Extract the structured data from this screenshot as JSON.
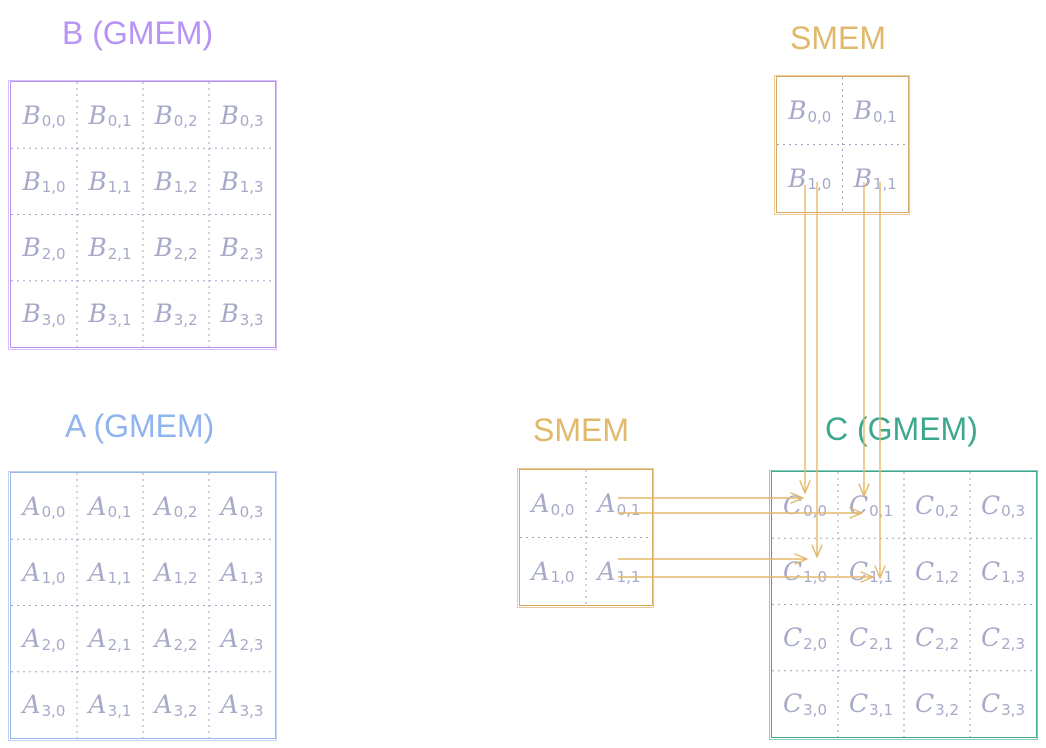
{
  "colors": {
    "b_title": "#b794f4",
    "a_title": "#90b4ee",
    "c_title": "#3ea88e",
    "smem": "#e2b86c",
    "cell_text": "#a6aac8",
    "divider": "#9fa3c4",
    "b_border": "#b794f4",
    "a_border": "#98b8e8",
    "c_border": "#3ea88e",
    "smem_border": "#d9aa60",
    "arrow": "#e5b86a"
  },
  "titles": {
    "b_gmem": "B (GMEM)",
    "a_gmem": "A (GMEM)",
    "c_gmem": "C (GMEM)",
    "smem_b": "SMEM",
    "smem_a": "SMEM"
  },
  "matrices": {
    "b_gmem": {
      "letter": "B",
      "rows": [
        [
          "0,0",
          "0,1",
          "0,2",
          "0,3"
        ],
        [
          "1,0",
          "1,1",
          "1,2",
          "1,3"
        ],
        [
          "2,0",
          "2,1",
          "2,2",
          "2,3"
        ],
        [
          "3,0",
          "3,1",
          "3,2",
          "3,3"
        ]
      ]
    },
    "a_gmem": {
      "letter": "A",
      "rows": [
        [
          "0,0",
          "0,1",
          "0,2",
          "0,3"
        ],
        [
          "1,0",
          "1,1",
          "1,2",
          "1,3"
        ],
        [
          "2,0",
          "2,1",
          "2,2",
          "2,3"
        ],
        [
          "3,0",
          "3,1",
          "3,2",
          "3,3"
        ]
      ]
    },
    "c_gmem": {
      "letter": "C",
      "rows": [
        [
          "0,0",
          "0,1",
          "0,2",
          "0,3"
        ],
        [
          "1,0",
          "1,1",
          "1,2",
          "1,3"
        ],
        [
          "2,0",
          "2,1",
          "2,2",
          "2,3"
        ],
        [
          "3,0",
          "3,1",
          "3,2",
          "3,3"
        ]
      ]
    },
    "b_smem": {
      "letter": "B",
      "rows": [
        [
          "0,0",
          "0,1"
        ],
        [
          "1,0",
          "1,1"
        ]
      ]
    },
    "a_smem": {
      "letter": "A",
      "rows": [
        [
          "0,0",
          "0,1"
        ],
        [
          "1,0",
          "1,1"
        ]
      ]
    }
  }
}
